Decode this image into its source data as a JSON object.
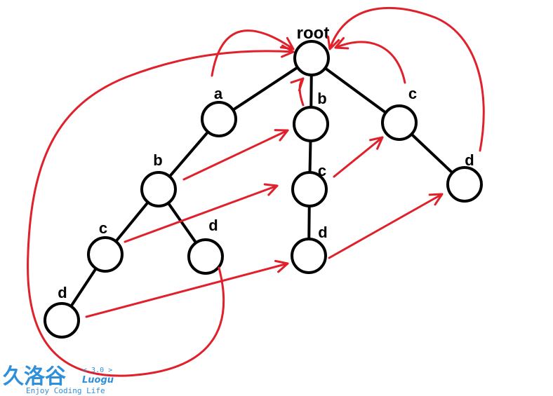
{
  "nodes": [
    {
      "id": "root",
      "label": "root"
    },
    {
      "id": "a",
      "label": "a"
    },
    {
      "id": "ab",
      "label": "b"
    },
    {
      "id": "abc",
      "label": "c"
    },
    {
      "id": "abd",
      "label": "d"
    },
    {
      "id": "abcd",
      "label": "d"
    },
    {
      "id": "b",
      "label": "b"
    },
    {
      "id": "bc",
      "label": "c"
    },
    {
      "id": "bcd",
      "label": "d"
    },
    {
      "id": "c",
      "label": "c"
    },
    {
      "id": "cd",
      "label": "d"
    }
  ],
  "tree_edges": [
    [
      "root",
      "a"
    ],
    [
      "root",
      "b"
    ],
    [
      "root",
      "c"
    ],
    [
      "a",
      "ab"
    ],
    [
      "ab",
      "abc"
    ],
    [
      "ab",
      "abd"
    ],
    [
      "abc",
      "abcd"
    ],
    [
      "b",
      "bc"
    ],
    [
      "bc",
      "bcd"
    ],
    [
      "c",
      "cd"
    ]
  ],
  "fail_links": [
    [
      "a",
      "root"
    ],
    [
      "b",
      "root"
    ],
    [
      "c",
      "root"
    ],
    [
      "ab",
      "b"
    ],
    [
      "abc",
      "bc"
    ],
    [
      "abcd",
      "bcd"
    ],
    [
      "abd",
      "root"
    ],
    [
      "bc",
      "c"
    ],
    [
      "bcd",
      "cd"
    ],
    [
      "cd",
      "root"
    ]
  ],
  "colors": {
    "tree": "#000000",
    "fail_link": "#e0202a",
    "logo": "#2f8fd9"
  },
  "logo": {
    "mark": "久洛谷",
    "version": "< 3.0 >",
    "name": "Luogu",
    "tagline": "Enjoy Coding Life"
  }
}
